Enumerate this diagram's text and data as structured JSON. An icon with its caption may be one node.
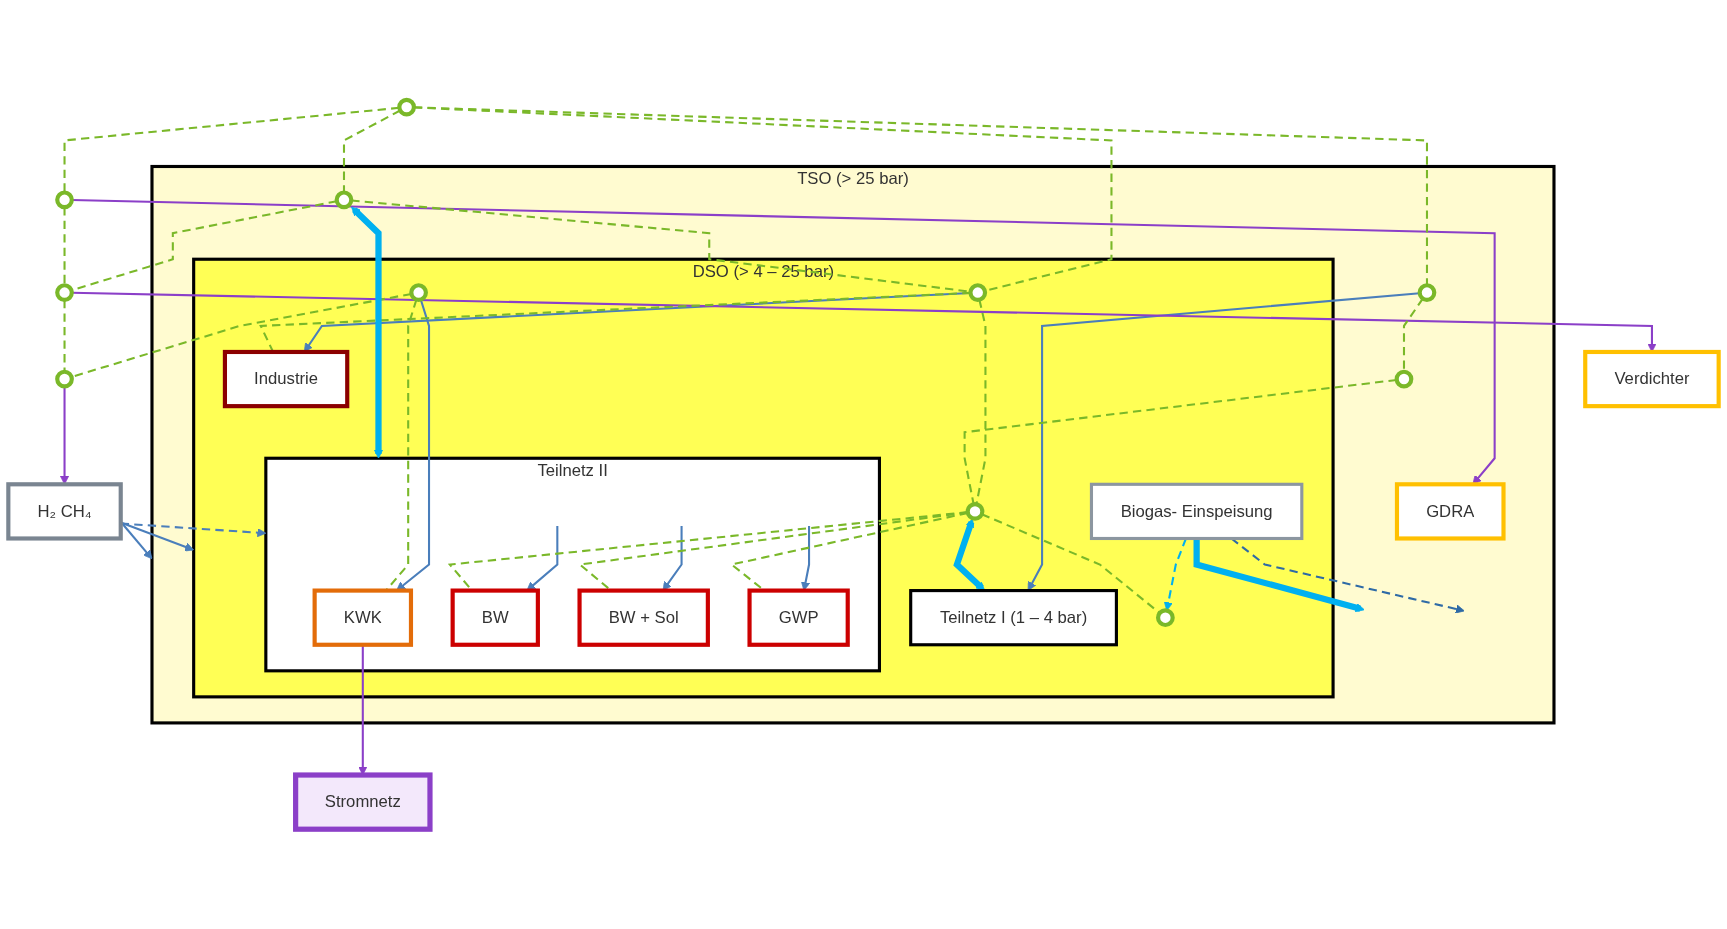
{
  "diagram": {
    "nodes": [
      {
        "text": [
          "TSO (> 25 bar)"
        ]
      },
      {
        "text": [],
        "shape": "circle"
      },
      {
        "text": [
          "GDRA"
        ],
        "in": 0
      },
      {
        "text": [],
        "shape": "circle"
      },
      {
        "text": [
          "DSO (> 4 – 25 bar)"
        ],
        "in": 0
      },
      {
        "text": [],
        "shape": "circle",
        "in": 0
      },
      {
        "text": [
          "Teilnetz I (1 – 4 bar)"
        ],
        "in": 4
      },
      {
        "text": [],
        "shape": "circle",
        "in": 4
      },
      {
        "text": [
          "Industrie"
        ],
        "in": 4
      },
      {
        "text": [],
        "shape": "circle",
        "in": 0
      },
      {
        "text": [
          "Verdichter"
        ]
      },
      {
        "text": [],
        "shape": "circle"
      },
      {
        "text": [
          "Teilnetz II"
        ],
        "in": 4
      },
      {
        "text": [
          "BW"
        ],
        "in": 12
      },
      {
        "text": [],
        "shape": "circle",
        "in": 0
      },
      {
        "text": [
          "BW + Sol"
        ],
        "in": 12
      },
      {
        "text": [],
        "shape": "circle",
        "in": 4
      },
      {
        "text": [
          "H₂ CH₄"
        ]
      },
      {
        "text": [],
        "shape": "circle"
      },
      {
        "text": [
          "KWK"
        ],
        "in": 12
      },
      {
        "text": [],
        "shape": "circle",
        "in": 4
      },
      {
        "text": [
          "GWP"
        ],
        "in": 12
      },
      {
        "text": [
          "Biogas- Einspeisung"
        ],
        "in": 4
      },
      {
        "text": [],
        "shape": "circle",
        "in": 4
      },
      {
        "text": [
          "Stromnetz"
        ]
      }
    ],
    "edges": [
      {
        "from": 5,
        "to": 6,
        "arrow": "to",
        "color": "#4a7ebb"
      },
      {
        "from": 7,
        "to": 8,
        "arrow": "to",
        "color": "#4a7ebb"
      },
      {
        "from": 9,
        "to": 12,
        "arrow": "both",
        "style": "thick",
        "color": "#00b0f0"
      },
      {
        "from": 16,
        "to": 6,
        "arrow": "both",
        "style": "thick",
        "color": "#00b0f0"
      },
      {
        "from": 22,
        "to": 23,
        "arrow": "to",
        "style": "dashed",
        "color": "#00b0f0"
      },
      {
        "from": 22,
        "to": null,
        "arrow": "to",
        "style": "thick",
        "color": "#00b0f0"
      },
      {
        "from": 22,
        "to": null,
        "arrow": "to",
        "style": "dashed",
        "color": "#2e6aa6"
      },
      {
        "from": 3,
        "to": 2,
        "arrow": "to",
        "color": "#8b3fc8"
      },
      {
        "from": 11,
        "to": 10,
        "arrow": "to",
        "color": "#8b3fc8"
      },
      {
        "from": 18,
        "to": 17,
        "arrow": "to",
        "color": "#8b3fc8"
      },
      {
        "from": 17,
        "to": 0,
        "arrow": "to",
        "color": "#4a7ebb"
      },
      {
        "from": 17,
        "to": 4,
        "arrow": "to",
        "color": "#4a7ebb"
      },
      {
        "from": 17,
        "to": 12,
        "arrow": "to",
        "style": "dashed",
        "color": "#4a7ebb"
      },
      {
        "from": null,
        "to": 13,
        "arrow": "to",
        "color": "#4a7ebb"
      },
      {
        "from": null,
        "to": 15,
        "arrow": "to",
        "color": "#4a7ebb"
      },
      {
        "from": 20,
        "to": 19,
        "arrow": "to",
        "color": "#4a7ebb"
      },
      {
        "from": null,
        "to": 21,
        "arrow": "to",
        "color": "#4a7ebb"
      },
      {
        "from": 19,
        "to": 24,
        "arrow": "to",
        "color": "#8b3fc8"
      },
      {
        "from": 1,
        "to": 3,
        "arrow": "none",
        "style": "dashed"
      },
      {
        "from": 1,
        "to": 5,
        "arrow": "none",
        "style": "dashed"
      },
      {
        "from": 5,
        "to": 14,
        "arrow": "none",
        "style": "dashed"
      },
      {
        "from": 1,
        "to": 7,
        "arrow": "none",
        "style": "dashed"
      },
      {
        "from": 7,
        "to": 16,
        "arrow": "none",
        "style": "dashed"
      },
      {
        "from": 16,
        "to": 23,
        "arrow": "none",
        "style": "dashed"
      },
      {
        "from": 7,
        "to": 8,
        "arrow": "none",
        "style": "dashed"
      },
      {
        "from": 1,
        "to": 9,
        "arrow": "none",
        "style": "dashed"
      },
      {
        "from": 9,
        "to": 11,
        "arrow": "none",
        "style": "dashed"
      },
      {
        "from": 9,
        "to": 7,
        "arrow": "none",
        "style": "dashed"
      },
      {
        "from": 14,
        "to": 16,
        "arrow": "none",
        "style": "dashed"
      },
      {
        "from": 16,
        "to": 13,
        "arrow": "none",
        "style": "dashed"
      },
      {
        "from": 16,
        "to": 15,
        "arrow": "none",
        "style": "dashed"
      },
      {
        "from": 16,
        "to": 21,
        "arrow": "none",
        "style": "dashed"
      },
      {
        "from": 20,
        "to": 19,
        "arrow": "none",
        "style": "dashed"
      },
      {
        "from": 20,
        "to": 18,
        "arrow": "none",
        "style": "dashed"
      },
      {
        "from": 3,
        "to": 11,
        "arrow": "none",
        "style": "dashed"
      },
      {
        "from": 11,
        "to": 18,
        "arrow": "none",
        "style": "dashed"
      }
    ]
  }
}
